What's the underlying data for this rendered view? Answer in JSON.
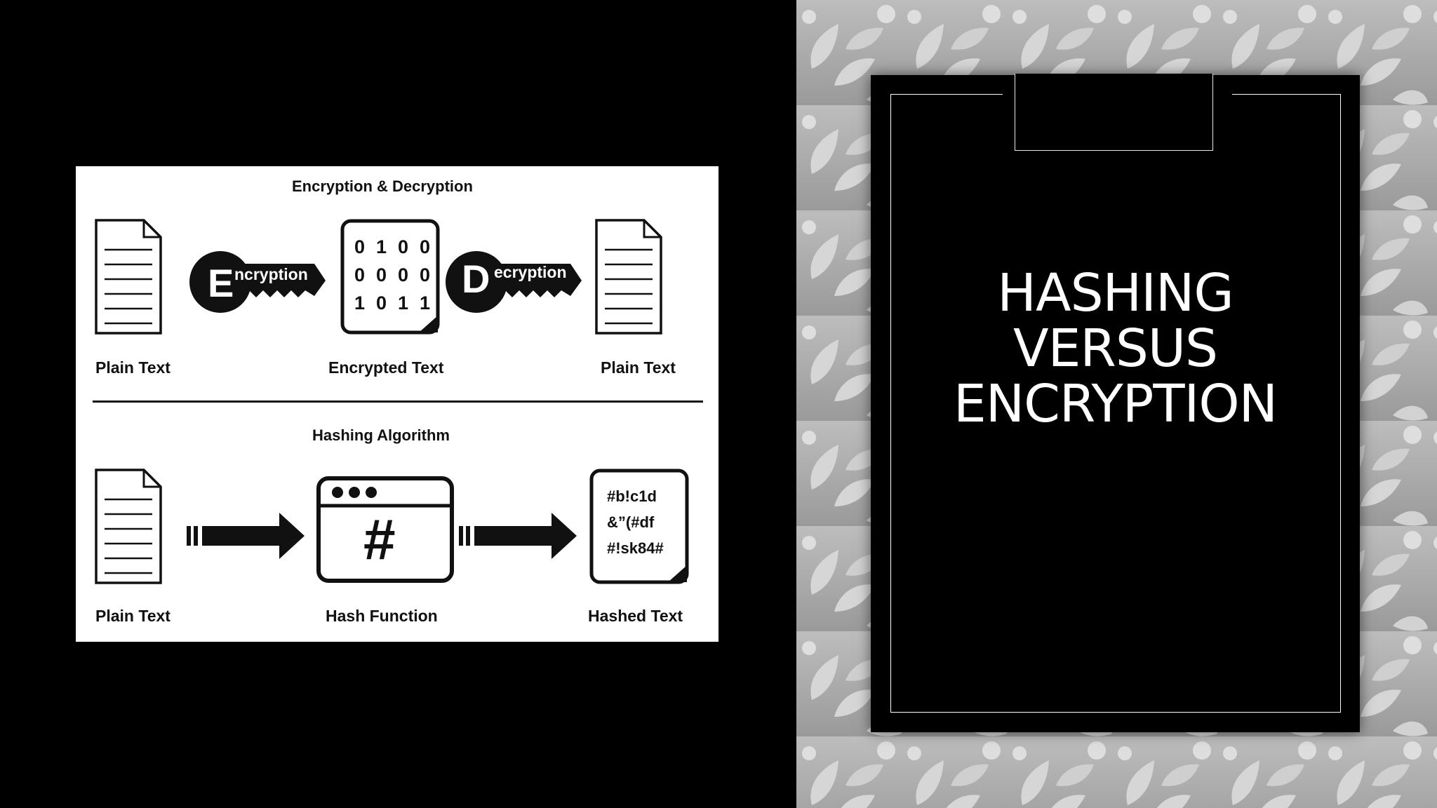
{
  "diagram": {
    "encryption_section": {
      "title": "Encryption & Decryption",
      "encryption_key": {
        "letter": "E",
        "text": "ncryption"
      },
      "decryption_key": {
        "letter": "D",
        "text": "ecryption"
      },
      "binary_rows": [
        [
          "0",
          "1",
          "0",
          "0"
        ],
        [
          "0",
          "0",
          "0",
          "0"
        ],
        [
          "1",
          "0",
          "1",
          "1"
        ]
      ],
      "captions": {
        "left": "Plain Text",
        "middle": "Encrypted Text",
        "right": "Plain Text"
      }
    },
    "hashing_section": {
      "title": "Hashing Algorithm",
      "hash_symbol": "#",
      "hashed_lines": [
        "#b!c1d",
        "&”(#df",
        "#!sk84#"
      ],
      "captions": {
        "left": "Plain Text",
        "middle": "Hash Function",
        "right": "Hashed Text"
      }
    }
  },
  "slide": {
    "title_lines": [
      "Hashing",
      "versus",
      "Encryption"
    ]
  },
  "colors": {
    "background": "#000000",
    "card": "#ffffff",
    "ink": "#111111",
    "pattern_bg": "#a9a9a9",
    "pattern_leaf": "#d9d9d9"
  }
}
